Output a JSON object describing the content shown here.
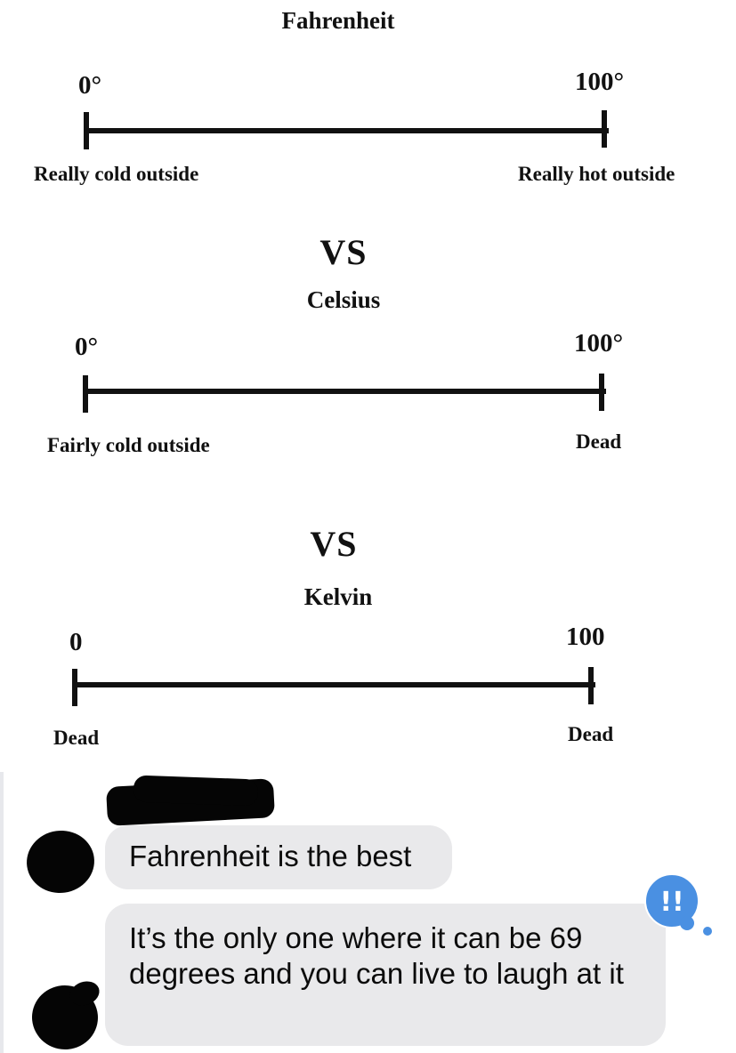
{
  "scales": [
    {
      "title": "Fahrenheit",
      "start_label": "0°",
      "end_label": "100°",
      "start_caption": "Really cold outside",
      "end_caption": "Really hot outside"
    },
    {
      "title": "Celsius",
      "start_label": "0°",
      "end_label": "100°",
      "start_caption": "Fairly cold outside",
      "end_caption": "Dead"
    },
    {
      "title": "Kelvin",
      "start_label": "0",
      "end_label": "100",
      "start_caption": "Dead",
      "end_caption": "Dead"
    }
  ],
  "separators": [
    "VS",
    "VS"
  ],
  "chat": {
    "messages": [
      {
        "text": "Fahrenheit is the best"
      },
      {
        "text": "It’s the only one where it can be 69 degrees and you can live to laugh at it"
      }
    ],
    "reaction": {
      "glyph": "!!",
      "icon": "double-exclamation-reaction-icon",
      "color": "#4a90e2"
    }
  },
  "colors": {
    "ink": "#111111",
    "bubble": "#e9e9eb",
    "redaction": "#050505"
  }
}
